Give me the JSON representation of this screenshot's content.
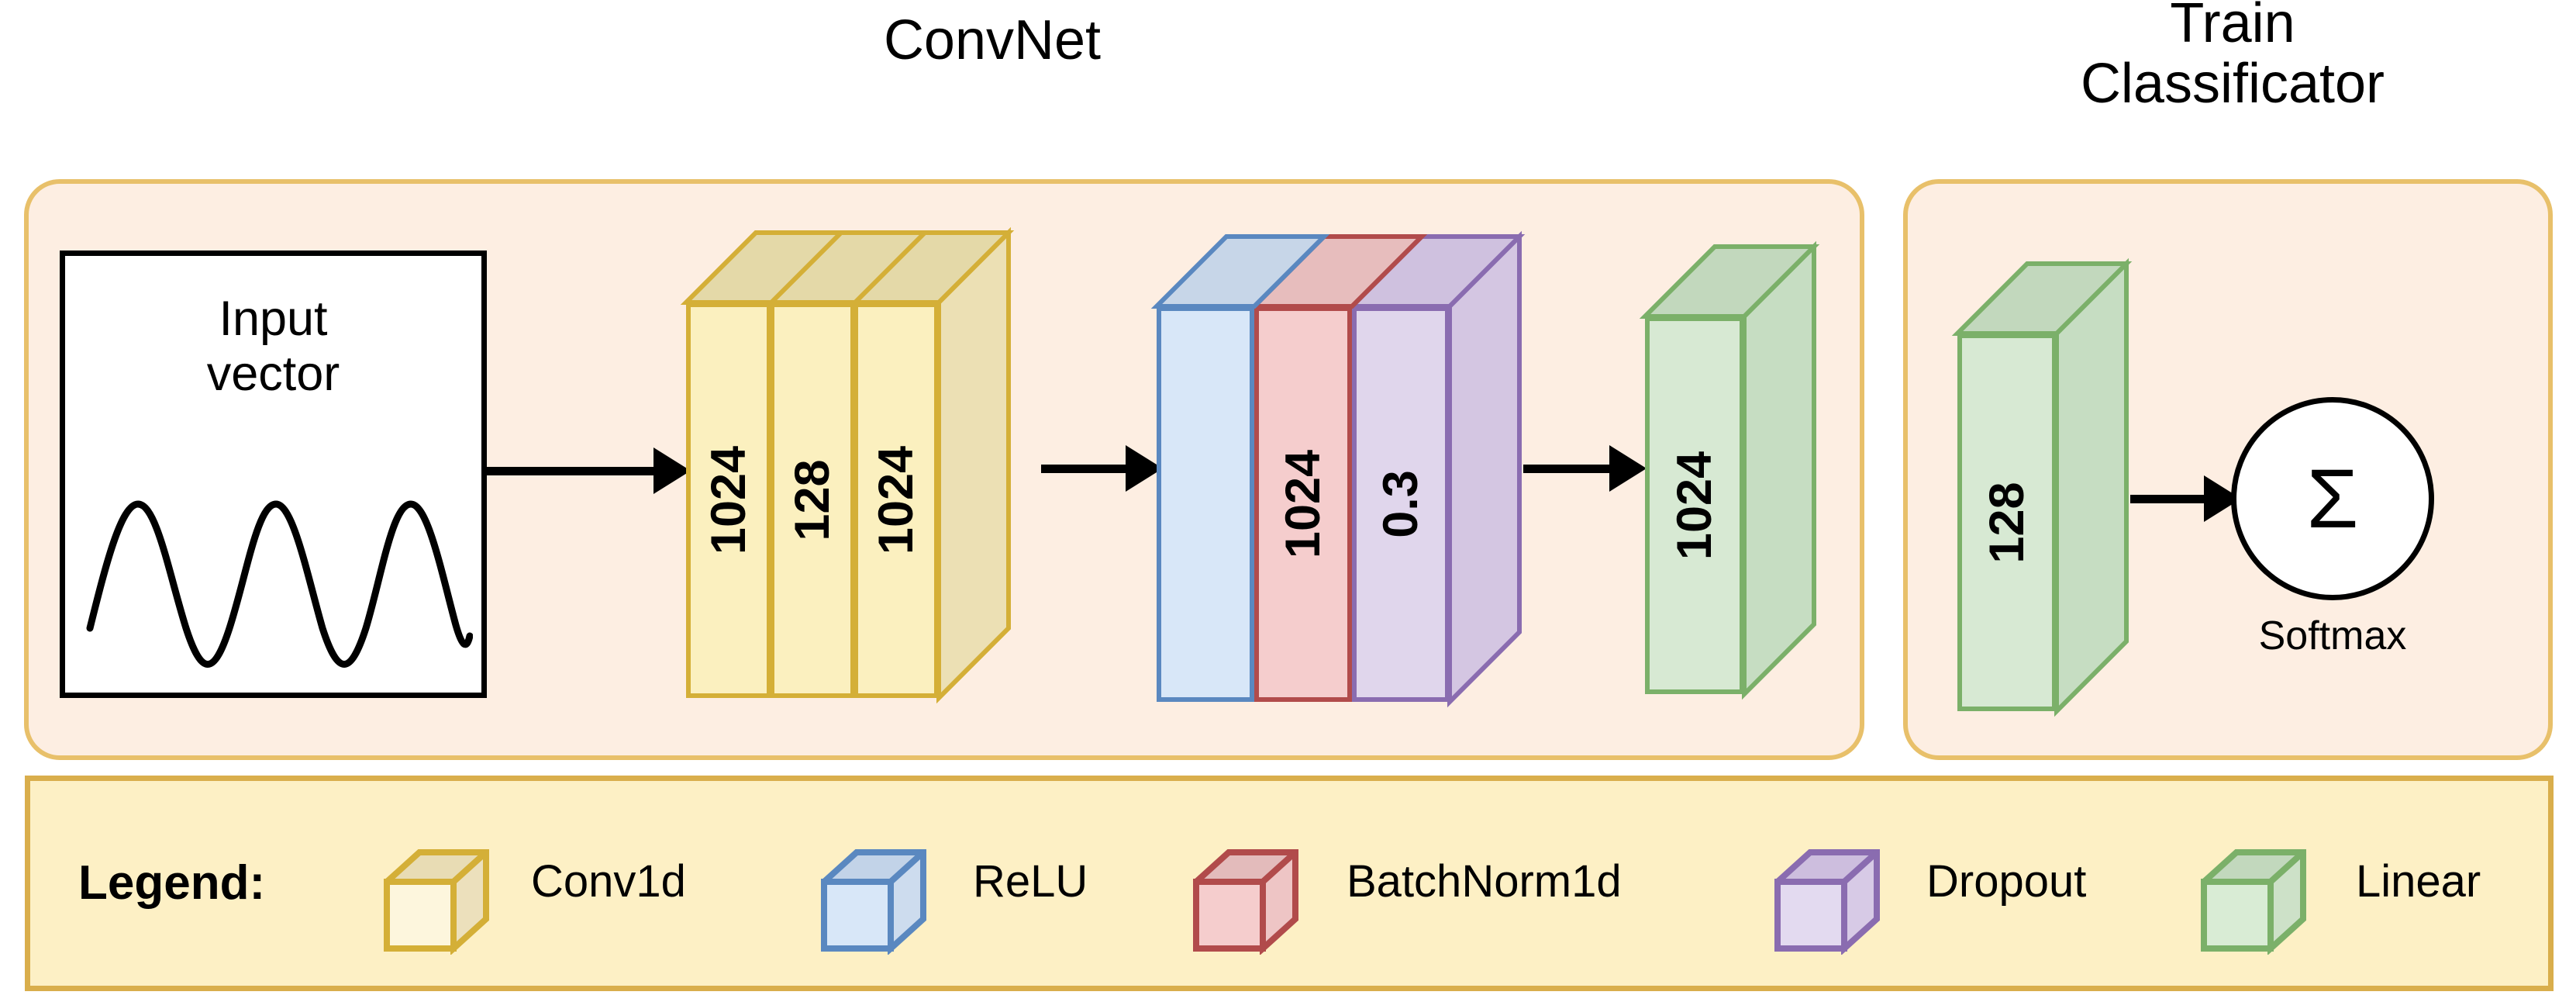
{
  "titles": {
    "convnet": "ConvNet",
    "train_classificator": "Train\nClassificator"
  },
  "input": {
    "label": "Input\nvector",
    "icon": "sine-wave"
  },
  "colors": {
    "panel_fill": "#fdeee2",
    "panel_border": "#e8c06a",
    "legend_fill": "#fdf0c5",
    "legend_border": "#d9ae4c",
    "conv1d_fill": "#fbf0bf",
    "conv1d_border": "#d4af37",
    "relu_fill": "#d8e7f8",
    "relu_border": "#5a88c0",
    "batchnorm_fill": "#f5cdcd",
    "batchnorm_border": "#b14b4b",
    "dropout_fill": "#e0d6ec",
    "dropout_border": "#8a6cb0",
    "linear_fill": "#d7e9d3",
    "linear_border": "#7bb069"
  },
  "convnet": {
    "block_conv": {
      "type": "Conv1d",
      "slabs": [
        {
          "label": "1024"
        },
        {
          "label": "128"
        },
        {
          "label": "1024"
        }
      ]
    },
    "block_mid": {
      "slabs": [
        {
          "type": "ReLU",
          "label": ""
        },
        {
          "type": "BatchNorm1d",
          "label": "1024"
        },
        {
          "type": "Dropout",
          "label": "0.3"
        }
      ]
    },
    "block_linear": {
      "type": "Linear",
      "slabs": [
        {
          "label": "1024"
        }
      ]
    }
  },
  "classificator": {
    "block_linear": {
      "type": "Linear",
      "slabs": [
        {
          "label": "128"
        }
      ]
    },
    "softmax": {
      "symbol": "Σ",
      "caption": "Softmax"
    }
  },
  "legend": {
    "title": "Legend:",
    "items": [
      {
        "label": "Conv1d",
        "fill": "#f0e6c2",
        "border": "#d4af37"
      },
      {
        "label": "ReLU",
        "fill": "#d8e7f8",
        "border": "#5a88c0"
      },
      {
        "label": "BatchNorm1d",
        "fill": "#f5cdcd",
        "border": "#b14b4b"
      },
      {
        "label": "Dropout",
        "fill": "#e0d6ec",
        "border": "#8a6cb0"
      },
      {
        "label": "Linear",
        "fill": "#d7e9d3",
        "border": "#7bb069"
      }
    ]
  },
  "arrows": [
    {
      "from": "input-vector",
      "to": "conv-block"
    },
    {
      "from": "conv-block",
      "to": "mid-block"
    },
    {
      "from": "mid-block",
      "to": "linear-block"
    },
    {
      "from": "classificator-linear",
      "to": "softmax"
    }
  ]
}
